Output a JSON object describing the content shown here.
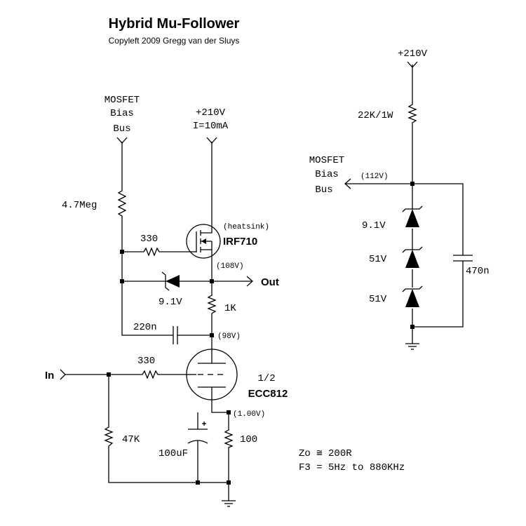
{
  "title": "Hybrid Mu-Follower",
  "subtitle": "Copyleft 2009 Gregg van der Sluys",
  "labels": {
    "mosfet_bias_bus_l1": "MOSFET",
    "mosfet_bias_bus_l2": "Bias",
    "mosfet_bias_bus_l3": "Bus",
    "supply_voltage": "+210V",
    "supply_current": "I=10mA",
    "r_4_7meg": "4.7Meg",
    "r_330_gate": "330",
    "heatsink": "(heatsink)",
    "mosfet": "IRF710",
    "node_108v": "(108V)",
    "out": "Out",
    "zener_9_1v": "9.1V",
    "r_1k": "1K",
    "cap_220n": "220n",
    "node_98v": "(98V)",
    "in": "In",
    "r_330_grid": "330",
    "tube_half": "1/2",
    "tube": "ECC812",
    "node_1_00v": "(1.00V)",
    "r_47k": "47K",
    "cap_100uf": "100uF",
    "r_100": "100",
    "zo": "Zo ≅ 200R",
    "f3": "F3 = 5Hz to 880KHz",
    "right_supply": "+210V",
    "right_resistor": "22K/1W",
    "right_bus_l1": "MOSFET",
    "right_bus_l2": "Bias",
    "right_bus_l3": "Bus",
    "node_112v": "(112V)",
    "right_zener_1": "9.1V",
    "right_zener_2": "51V",
    "right_zener_3": "51V",
    "right_cap": "470n"
  }
}
